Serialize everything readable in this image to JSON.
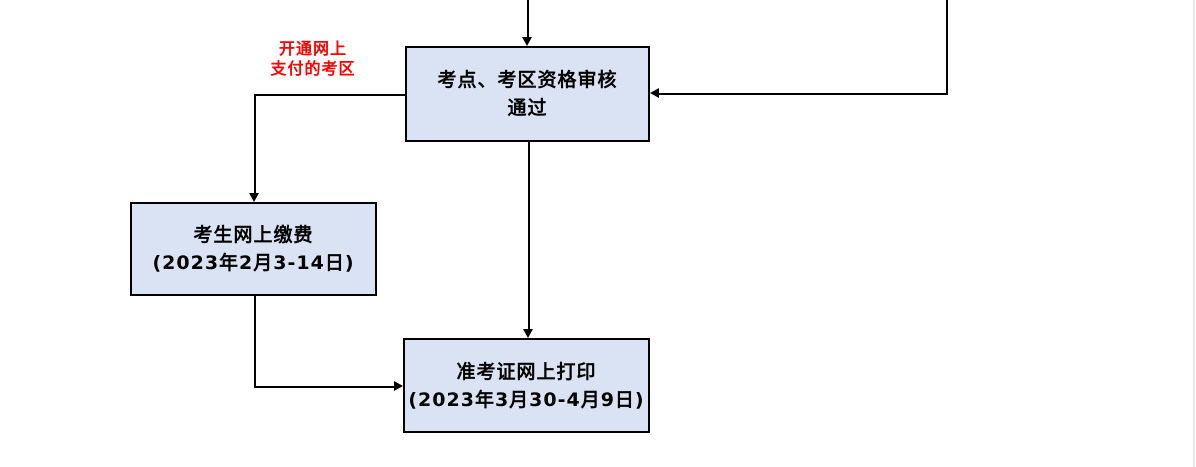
{
  "diagram": {
    "colors": {
      "node_fill": "#dae3f3",
      "node_border": "#000000",
      "connector": "#000000",
      "annotation_red": "#ff0000",
      "page_edge": "#e9e9e9"
    },
    "nodes": {
      "review": {
        "line1": "考点、考区资格审核",
        "line2": "通过"
      },
      "pay": {
        "line1": "考生网上缴费",
        "line2": "(2023年2月3-14日)"
      },
      "print": {
        "line1": "准考证网上打印",
        "line2": "(2023年3月30-4月9日)"
      }
    },
    "annotation": {
      "line1": "开通网上",
      "line2": "支付的考区"
    },
    "edges": [
      {
        "from": "offscreen-top",
        "to": "review"
      },
      {
        "from": "offscreen-right",
        "to": "review"
      },
      {
        "from": "review",
        "to": "pay",
        "label": "开通网上支付的考区"
      },
      {
        "from": "review",
        "to": "print"
      },
      {
        "from": "pay",
        "to": "print"
      }
    ]
  }
}
